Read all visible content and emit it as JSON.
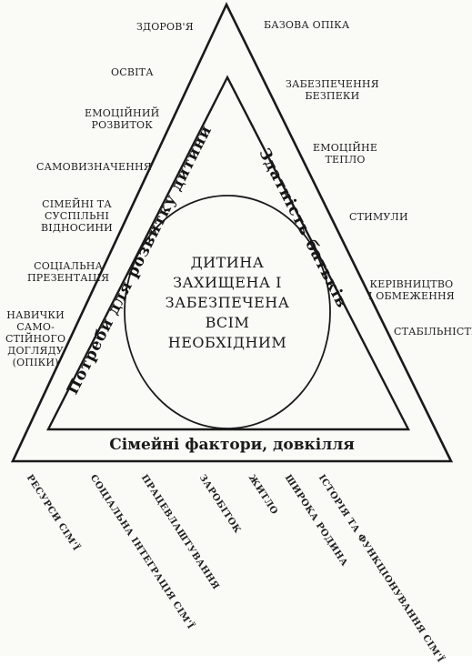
{
  "diagram": {
    "center_lines": [
      "ДИТИНА",
      "ЗАХИЩЕНА І",
      "ЗАБЕЗПЕЧЕНА",
      "ВСІМ",
      "НЕОБХІДНИМ"
    ],
    "left_side": "Потреби для розвитку дитини",
    "right_side": "Здатність батьків",
    "bottom_side": "Сімейні фактори, довкілля",
    "left_items": [
      [
        "ЗДОРОВ'Я"
      ],
      [
        "ОСВІТА"
      ],
      [
        "ЕМОЦІЙНИЙ",
        "РОЗВИТОК"
      ],
      [
        "САМОВИЗНАЧЕННЯ"
      ],
      [
        "СІМЕЙНІ ТА",
        "СУСПІЛЬНІ",
        "ВІДНОСИНИ"
      ],
      [
        "СОЦІАЛЬНА",
        "ПРЕЗЕНТАЦІЯ"
      ],
      [
        "НАВИЧКИ",
        "САМО-",
        "СТІЙНОГО",
        "ДОГЛЯДУ",
        "(ОПІКИ)"
      ]
    ],
    "right_items": [
      [
        "БАЗОВА ОПІКА"
      ],
      [
        "ЗАБЕЗПЕЧЕННЯ",
        "БЕЗПЕКИ"
      ],
      [
        "ЕМОЦІЙНЕ",
        "ТЕПЛО"
      ],
      [
        "СТИМУЛИ"
      ],
      [
        "КЕРІВНИЦТВО",
        "І ОБМЕЖЕННЯ"
      ],
      [
        "СТАБІЛЬНІСТЬ"
      ]
    ],
    "bottom_items": [
      "РЕСУРСИ СІМ'Ї",
      "СОЦІАЛЬНА ІНТЕГРАЦІЯ СІМ'Ї",
      "ПРАЦЕВЛАШТУВАННЯ",
      "ЗАРОБІТОК",
      "ЖИТЛО",
      "ШИРОКА РОДИНА",
      "ІСТОРІЯ ТА ФУНКЦІОНУВАННЯ СІМ'Ї"
    ]
  },
  "colors": {
    "ink": "#1a1a1a",
    "paper": "#fafaf7"
  }
}
